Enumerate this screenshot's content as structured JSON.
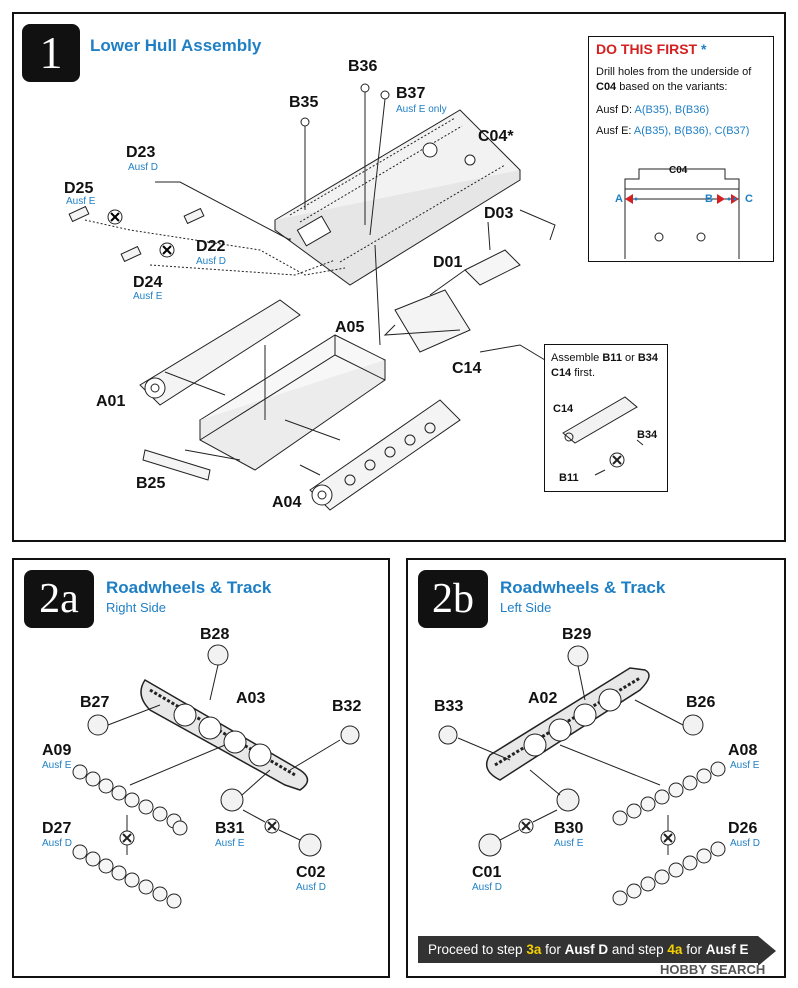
{
  "step1": {
    "number": "1",
    "title": "Lower Hull Assembly",
    "parts": {
      "B36": "B36",
      "B37": "B37",
      "B37_variant": "Ausf E only",
      "B35": "B35",
      "C04": "C04*",
      "D23": "D23",
      "D23_variant": "Ausf D",
      "D25": "D25",
      "D25_variant": "Ausf E",
      "D22": "D22",
      "D22_variant": "Ausf D",
      "D24": "D24",
      "D24_variant": "Ausf E",
      "D03": "D03",
      "D01": "D01",
      "A05": "A05",
      "C14": "C14",
      "A01": "A01",
      "B25": "B25",
      "A04": "A04"
    },
    "do_first": {
      "title": "DO THIS FIRST",
      "star": "*",
      "line1": "Drill holes from the underside of",
      "line2_part": "C04",
      "line2_rest": " based on the variants:",
      "ausf_d_label": "Ausf D:",
      "ausf_d_value": "A(B35), B(B36)",
      "ausf_e_label": "Ausf E:",
      "ausf_e_value": "A(B35), B(B36), C(B37)",
      "diagram_label": "C04",
      "marker_a": "A",
      "marker_b": "B",
      "marker_c": "C"
    },
    "subassembly": {
      "line1_a": "Assemble ",
      "line1_b11": "B11",
      "line1_or": " or ",
      "line1_b34": "B34",
      "line2_c14": "C14",
      "line2_rest": " first.",
      "lbl_c14": "C14",
      "lbl_b34": "B34",
      "lbl_b11": "B11"
    }
  },
  "step2a": {
    "number": "2a",
    "title": "Roadwheels & Track",
    "subtitle": "Right Side",
    "parts": {
      "B28": "B28",
      "B27": "B27",
      "A03": "A03",
      "B32": "B32",
      "A09": "A09",
      "A09_variant": "Ausf E",
      "D27": "D27",
      "D27_variant": "Ausf D",
      "B31": "B31",
      "B31_variant": "Ausf E",
      "C02": "C02",
      "C02_variant": "Ausf D"
    }
  },
  "step2b": {
    "number": "2b",
    "title": "Roadwheels & Track",
    "subtitle": "Left Side",
    "parts": {
      "B29": "B29",
      "B33": "B33",
      "A02": "A02",
      "B26": "B26",
      "A08": "A08",
      "A08_variant": "Ausf E",
      "B30": "B30",
      "B30_variant": "Ausf E",
      "D26": "D26",
      "D26_variant": "Ausf D",
      "C01": "C01",
      "C01_variant": "Ausf D"
    },
    "banner": {
      "prefix": "Proceed to step ",
      "step_a": "3a",
      "for1": " for ",
      "ausf_d": "Ausf D",
      "and": " and step ",
      "step_b": "4a",
      "for2": " for ",
      "ausf_e": "Ausf E"
    }
  },
  "watermark": "HOBBY SEARCH",
  "colors": {
    "accent_blue": "#1f7fc4",
    "warning_red": "#d42020",
    "banner_bg": "#333333",
    "banner_highlight": "#f4d000"
  }
}
